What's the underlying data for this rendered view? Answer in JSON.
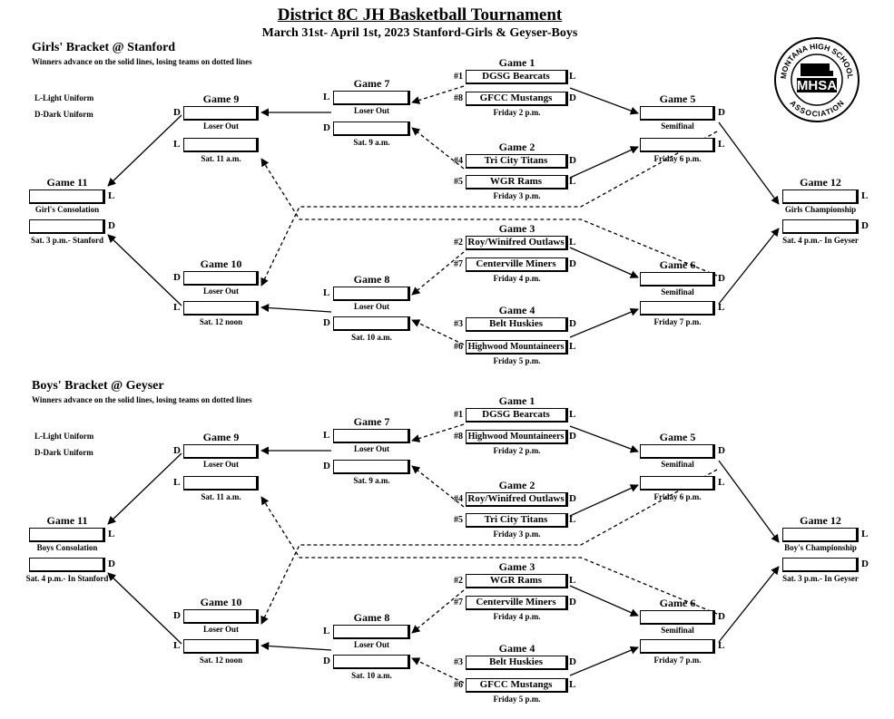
{
  "title": "District 8C JH Basketball Tournament",
  "subtitle": "March 31st- April 1st, 2023  Stanford-Girls & Geyser-Boys",
  "logo": {
    "icon": "mhsa-logo",
    "text_top": "MONTANA HIGH SCHOOL",
    "text_mid": "MHSA",
    "text_bottom": "ASSOCIATION"
  },
  "girls": {
    "title": "Girls' Bracket @ Stanford",
    "note": "Winners advance on the solid lines, losing teams on dotted lines",
    "legend_light": "L-Light Uniform",
    "legend_dark": "D-Dark Uniform",
    "g1": {
      "title": "Game 1",
      "seed_a": "#1",
      "team_a": "DGSG Bearcats",
      "ua": "L",
      "seed_b": "#8",
      "team_b": "GFCC Mustangs",
      "ub": "D",
      "time": "Friday 2 p.m."
    },
    "g2": {
      "title": "Game 2",
      "seed_a": "#4",
      "team_a": "Tri City Titans",
      "ua": "D",
      "seed_b": "#5",
      "team_b": "WGR Rams",
      "ub": "L",
      "time": "Friday 3 p.m."
    },
    "g3": {
      "title": "Game 3",
      "seed_a": "#2",
      "team_a": "Roy/Winifred Outlaws",
      "ua": "L",
      "seed_b": "#7",
      "team_b": "Centerville Miners",
      "ub": "D",
      "time": "Friday 4 p.m."
    },
    "g4": {
      "title": "Game 4",
      "seed_a": "#3",
      "team_a": "Belt Huskies",
      "ua": "D",
      "seed_b": "#6",
      "team_b": "Highwood Mountaineers",
      "ub": "L",
      "time": "Friday 5 p.m."
    },
    "g5": {
      "title": "Game 5",
      "ua": "D",
      "label": "Semifinal",
      "ub": "L",
      "time": "Friday 6 p.m."
    },
    "g6": {
      "title": "Game 6",
      "ua": "D",
      "label": "Semifinal",
      "ub": "L",
      "time": "Friday 7 p.m."
    },
    "g7": {
      "title": "Game 7",
      "ua": "L",
      "label": "Loser Out",
      "ub": "D",
      "time": "Sat. 9 a.m."
    },
    "g8": {
      "title": "Game 8",
      "ua": "L",
      "label": "Loser Out",
      "ub": "D",
      "time": "Sat. 10 a.m."
    },
    "g9": {
      "title": "Game 9",
      "ua": "D",
      "label": "Loser Out",
      "ub": "L",
      "time": "Sat. 11 a.m."
    },
    "g10": {
      "title": "Game 10",
      "ua": "D",
      "label": "Loser Out",
      "ub": "L",
      "time": "Sat. 12 noon"
    },
    "g11": {
      "title": "Game 11",
      "ua": "L",
      "label": "Girl's Consolation",
      "ub": "D",
      "time": "Sat. 3 p.m.- Stanford"
    },
    "g12": {
      "title": "Game 12",
      "ua": "L",
      "label": "Girls Championship",
      "ub": "D",
      "time": "Sat. 4 p.m.- In Geyser"
    }
  },
  "boys": {
    "title": "Boys' Bracket @ Geyser",
    "note": "Winners advance on the solid lines, losing teams on dotted lines",
    "legend_light": "L-Light Uniform",
    "legend_dark": "D-Dark Uniform",
    "g1": {
      "title": "Game 1",
      "seed_a": "#1",
      "team_a": "DGSG Bearcats",
      "ua": "L",
      "seed_b": "#8",
      "team_b": "Highwood Mountaineers",
      "ub": "D",
      "time": "Friday 2 p.m."
    },
    "g2": {
      "title": "Game 2",
      "seed_a": "#4",
      "team_a": "Roy/Winifred Outlaws",
      "ua": "D",
      "seed_b": "#5",
      "team_b": "Tri City Titans",
      "ub": "L",
      "time": "Friday 3 p.m."
    },
    "g3": {
      "title": "Game 3",
      "seed_a": "#2",
      "team_a": "WGR Rams",
      "ua": "L",
      "seed_b": "#7",
      "team_b": "Centerville Miners",
      "ub": "D",
      "time": "Friday 4 p.m."
    },
    "g4": {
      "title": "Game 4",
      "seed_a": "#3",
      "team_a": "Belt Huskies",
      "ua": "D",
      "seed_b": "#6",
      "team_b": "GFCC Mustangs",
      "ub": "L",
      "time": "Friday 5 p.m."
    },
    "g5": {
      "title": "Game 5",
      "ua": "D",
      "label": "Semifinal",
      "ub": "L",
      "time": "Friday 6 p.m."
    },
    "g6": {
      "title": "Game 6",
      "ua": "D",
      "label": "Semifinal",
      "ub": "L",
      "time": "Friday 7 p.m."
    },
    "g7": {
      "title": "Game 7",
      "ua": "L",
      "label": "Loser Out",
      "ub": "D",
      "time": "Sat. 9 a.m."
    },
    "g8": {
      "title": "Game 8",
      "ua": "L",
      "label": "Loser Out",
      "ub": "D",
      "time": "Sat. 10 a.m."
    },
    "g9": {
      "title": "Game 9",
      "ua": "D",
      "label": "Loser Out",
      "ub": "L",
      "time": "Sat. 11 a.m."
    },
    "g10": {
      "title": "Game 10",
      "ua": "D",
      "label": "Loser Out",
      "ub": "L",
      "time": "Sat. 12 noon"
    },
    "g11": {
      "title": "Game 11",
      "ua": "L",
      "label": "Boys Consolation",
      "ub": "D",
      "time": "Sat. 4 p.m.- In Stanford"
    },
    "g12": {
      "title": "Game 12",
      "ua": "L",
      "label": "Boy's Championship",
      "ub": "D",
      "time": "Sat. 3 p.m.- In Geyser"
    }
  }
}
